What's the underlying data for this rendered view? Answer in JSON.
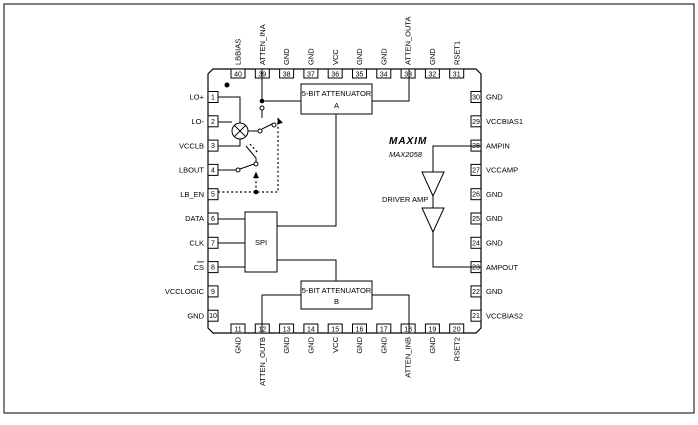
{
  "pins": {
    "left": [
      {
        "num": "1",
        "label": "LO+"
      },
      {
        "num": "2",
        "label": "LO-"
      },
      {
        "num": "3",
        "label": "VCCLB"
      },
      {
        "num": "4",
        "label": "LBOUT"
      },
      {
        "num": "5",
        "label": "LB_EN"
      },
      {
        "num": "6",
        "label": "DATA"
      },
      {
        "num": "7",
        "label": "CLK"
      },
      {
        "num": "8",
        "label": "CS"
      },
      {
        "num": "9",
        "label": "VCCLOGIC"
      },
      {
        "num": "10",
        "label": "GND"
      }
    ],
    "right": [
      {
        "num": "30",
        "label": "GND"
      },
      {
        "num": "29",
        "label": "VCCBIAS1"
      },
      {
        "num": "28",
        "label": "AMPIN"
      },
      {
        "num": "27",
        "label": "VCCAMP"
      },
      {
        "num": "26",
        "label": "GND"
      },
      {
        "num": "25",
        "label": "GND"
      },
      {
        "num": "24",
        "label": "GND"
      },
      {
        "num": "23",
        "label": "AMPOUT"
      },
      {
        "num": "22",
        "label": "GND"
      },
      {
        "num": "21",
        "label": "VCCBIAS2"
      }
    ],
    "top": [
      {
        "num": "40",
        "label": "LBBIAS"
      },
      {
        "num": "39",
        "label": "ATTEN_INA"
      },
      {
        "num": "38",
        "label": "GND"
      },
      {
        "num": "37",
        "label": "GND"
      },
      {
        "num": "36",
        "label": "VCC"
      },
      {
        "num": "35",
        "label": "GND"
      },
      {
        "num": "34",
        "label": "GND"
      },
      {
        "num": "33",
        "label": "ATTEN_OUTA"
      },
      {
        "num": "32",
        "label": "GND"
      },
      {
        "num": "31",
        "label": "RSET1"
      }
    ],
    "bottom": [
      {
        "num": "11",
        "label": "GND"
      },
      {
        "num": "12",
        "label": "ATTEN_OUTB"
      },
      {
        "num": "13",
        "label": "GND"
      },
      {
        "num": "14",
        "label": "GND"
      },
      {
        "num": "15",
        "label": "VCC"
      },
      {
        "num": "16",
        "label": "GND"
      },
      {
        "num": "17",
        "label": "GND"
      },
      {
        "num": "18",
        "label": "ATTEN_INB"
      },
      {
        "num": "19",
        "label": "GND"
      },
      {
        "num": "20",
        "label": "RSET2"
      }
    ]
  },
  "blocks": {
    "atten_a": {
      "line1": "5-BIT ATTENUATOR",
      "line2": "A"
    },
    "atten_b": {
      "line1": "5-BIT ATTENUATOR",
      "line2": "B"
    },
    "spi": {
      "label": "SPI"
    },
    "driver_amp": {
      "label": "DRIVER AMP"
    }
  },
  "brand": {
    "logo": "MAXIM",
    "part": "MAX2058"
  }
}
